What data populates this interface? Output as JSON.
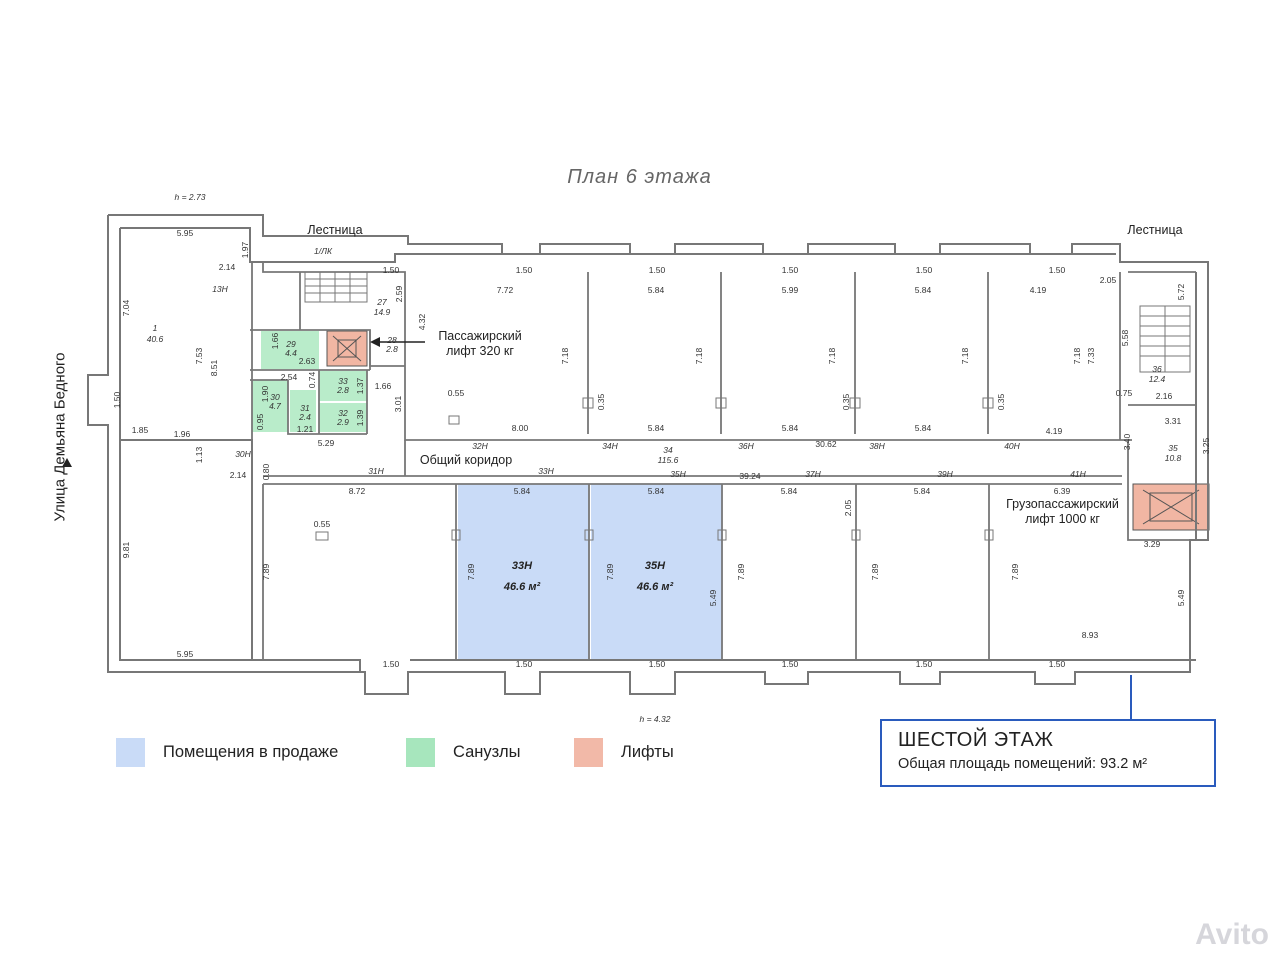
{
  "title": "План 6 этажа",
  "street": "Улица Демьяна Бедного",
  "heights": {
    "top": "h = 2.73",
    "bottom": "h = 4.32"
  },
  "stairs": {
    "left": "Лестница",
    "right": "Лестница",
    "left_code": "1/ЛК"
  },
  "lifts": {
    "passenger": "Пассажирский\nлифт 320 кг",
    "freight": "Грузопассажирский\nлифт 1000 кг"
  },
  "corridor": "Общий коридор",
  "rooms_for_sale": [
    {
      "code": "33Н",
      "area": "46.6 м²"
    },
    {
      "code": "35Н",
      "area": "46.6 м²"
    }
  ],
  "small_rooms": {
    "r1": {
      "num": "1",
      "area": "40.6"
    },
    "r27": {
      "num": "27",
      "area": "14.9"
    },
    "r28": {
      "num": "28",
      "area": "2.8"
    },
    "r29": {
      "num": "29",
      "area": "4.4"
    },
    "r30": {
      "num": "30",
      "area": "4.7"
    },
    "r31": {
      "num": "31",
      "area": "2.4"
    },
    "r32": {
      "num": "32",
      "area": "2.9"
    },
    "r33": {
      "num": "33",
      "area": "2.8"
    },
    "r34": {
      "num": "34",
      "area": "115.6"
    },
    "r35": {
      "num": "35",
      "area": "10.8"
    },
    "r36": {
      "num": "36",
      "area": "12.4"
    }
  },
  "unit_codes": {
    "u13": "13Н",
    "u30": "30Н",
    "u31": "31Н",
    "u32": "32Н",
    "u33": "33Н",
    "u34": "34Н",
    "u35": "35Н",
    "u36": "36Н",
    "u37": "37Н",
    "u38": "38Н",
    "u39": "39Н",
    "u40": "40Н",
    "u41": "41Н"
  },
  "dims": {
    "d595": "5.95",
    "d197": "1.97",
    "d214": "2.14",
    "d704": "7.04",
    "d753": "7.53",
    "d851": "8.51",
    "d150": "1.50",
    "d185": "1.85",
    "d196": "1.96",
    "d113": "1.13",
    "d981": "9.81",
    "d259": "2.59",
    "d432": "4.32",
    "d166": "1.66",
    "d263": "2.63",
    "d254": "2.54",
    "d074": "0.74",
    "d190": "1.90",
    "d095": "0.95",
    "d121": "1.21",
    "d137": "1.37",
    "d139": "1.39",
    "d529": "5.29",
    "d301": "3.01",
    "d080": "0.80",
    "d772": "7.72",
    "d584": "5.84",
    "d599": "5.99",
    "d419": "4.19",
    "d718": "7.18",
    "d733": "7.33",
    "d055": "0.55",
    "d035": "0.35",
    "d800": "8.00",
    "d3062": "30.62",
    "d3924": "39.24",
    "d205": "2.05",
    "d572": "5.72",
    "d558": "5.58",
    "d075": "0.75",
    "d216": "2.16",
    "d331": "3.31",
    "d340": "3.40",
    "d325": "3.25",
    "d639": "6.39",
    "d329": "3.29",
    "d549": "5.49",
    "d893": "8.93",
    "d872": "8.72",
    "d789": "7.89"
  },
  "legend": [
    {
      "label": "Помещения в продаже",
      "color": "#c9dbf7"
    },
    {
      "label": "Санузлы",
      "color": "#a7e6bd"
    },
    {
      "label": "Лифты",
      "color": "#f2b9a8"
    }
  ],
  "info": {
    "heading": "ШЕСТОЙ ЭТАЖ",
    "total": "Общая площадь помещений: 93.2 м²"
  },
  "watermark": "Avito",
  "colors": {
    "sale": "#c9dbf7",
    "wc": "#b9ecca",
    "lift": "#f1b6a3",
    "wall": "#777777",
    "accent": "#2a5bbd"
  }
}
